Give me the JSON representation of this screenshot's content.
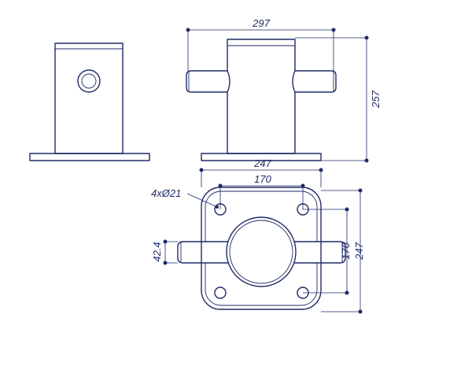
{
  "dimensions": {
    "side_width": "297",
    "height": "257",
    "plate_width": "247",
    "hole_spacing_x": "170",
    "hole_spacing_y": "170",
    "plate_height": "247",
    "holes": "4xØ21",
    "arm_diameter": "42.4"
  },
  "colors": {
    "line": "#1f2a66",
    "background": "#ffffff"
  }
}
